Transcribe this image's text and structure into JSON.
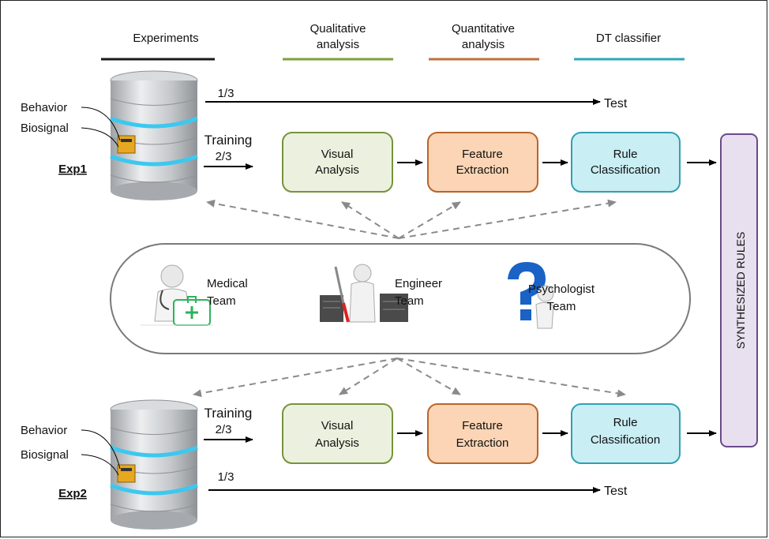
{
  "header": {
    "columns": [
      {
        "label_lines": [
          "Experiments"
        ],
        "color": "#1a1a1a"
      },
      {
        "label_lines": [
          "Qualitative",
          "analysis"
        ],
        "color": "#7fa03a"
      },
      {
        "label_lines": [
          "Quantitative",
          "analysis"
        ],
        "color": "#c0703a"
      },
      {
        "label_lines": [
          "DT classifier"
        ],
        "color": "#2fa8b8"
      }
    ]
  },
  "exp1": {
    "name": "Exp1",
    "behavior_label": "Behavior",
    "biosignal_label": "Biosignal",
    "test_fraction": "1/3",
    "test_label": "Test",
    "training_label": "Training",
    "training_fraction": "2/3"
  },
  "exp2": {
    "name": "Exp2",
    "behavior_label": "Behavior",
    "biosignal_label": "Biosignal",
    "test_fraction": "1/3",
    "test_label": "Test",
    "training_label": "Training",
    "training_fraction": "2/3"
  },
  "pipeline": {
    "visual": {
      "lines": [
        "Visual",
        "Analysis"
      ],
      "fill": "#ebf1de",
      "stroke": "#77933c"
    },
    "feature": {
      "lines": [
        "Feature",
        "Extraction"
      ],
      "fill": "#fbd5b5",
      "stroke": "#b9652a"
    },
    "rule": {
      "lines": [
        "Rule",
        "Classification"
      ],
      "fill": "#c9eef4",
      "stroke": "#31a0b0"
    }
  },
  "teams": {
    "medical": {
      "lines": [
        "Medical",
        "Team"
      ]
    },
    "engineer": {
      "lines": [
        "Engineer",
        "Team"
      ]
    },
    "psychologist": {
      "lines": [
        "Psychologist",
        "Team"
      ]
    }
  },
  "synthesized": {
    "label": "SYNTHESIZED RULES",
    "fill": "#e8e0ee",
    "stroke": "#6a4a8a"
  },
  "colors": {
    "arrow": "#000000",
    "dashed": "#8a8a8a",
    "db_accent": "#3cc8f0",
    "db_body": "#c9ccd0"
  }
}
